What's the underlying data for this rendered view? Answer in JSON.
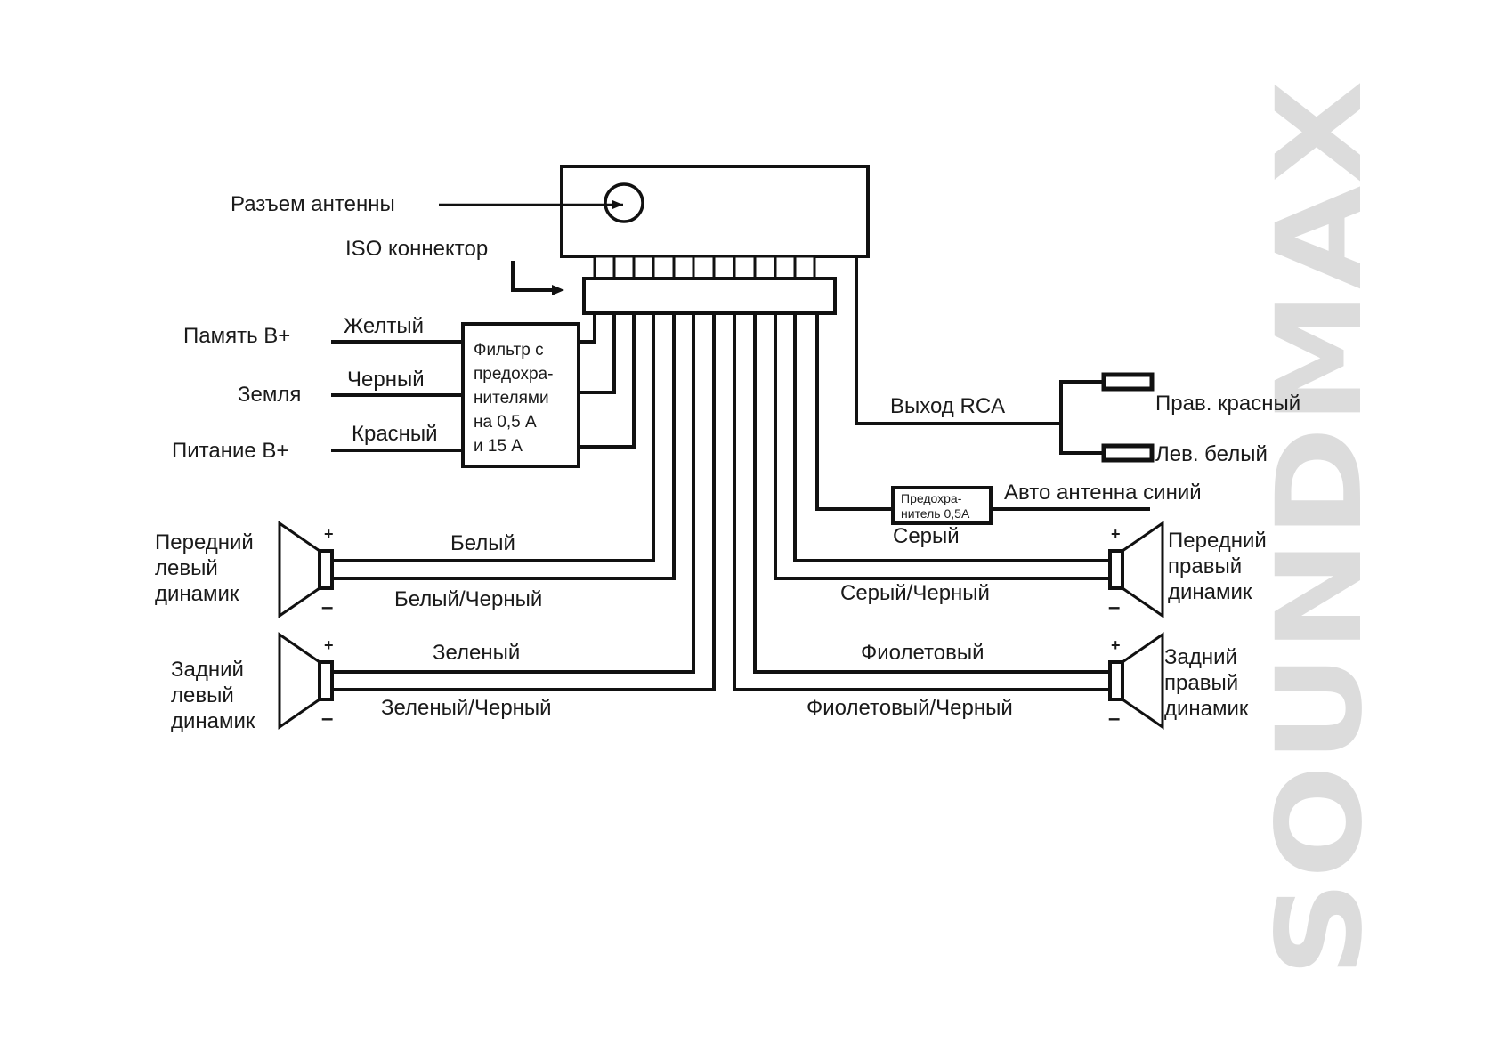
{
  "title": "Схема подключения",
  "watermark": "SOUNDMAX",
  "head_unit": {
    "antenna_connector_label": "Разъем антенны",
    "iso_connector_label": "ISO коннектор"
  },
  "power": {
    "memory_label": "Память  B+",
    "memory_wire": "Желтый",
    "ground_label": "Земля",
    "ground_wire": "Черный",
    "power_label": "Питание  B+",
    "power_wire": "Красный",
    "filter_lines": [
      "Фильтр с",
      "предохра-",
      "нителями",
      "на 0,5 А",
      "и 15 А"
    ]
  },
  "rca": {
    "label": "Выход RCA",
    "right": "Прав. красный",
    "left": "Лев. белый"
  },
  "antenna": {
    "fuse_lines": [
      "Предохра-",
      "нитель 0,5А"
    ],
    "label": "Авто антенна синий"
  },
  "speakers": {
    "front_left": {
      "name_lines": [
        "Передний",
        "левый",
        "динамик"
      ],
      "plus_wire": "Белый",
      "minus_wire": "Белый/Черный"
    },
    "rear_left": {
      "name_lines": [
        "Задний",
        "левый",
        "динамик"
      ],
      "plus_wire": "Зеленый",
      "minus_wire": "Зеленый/Черный"
    },
    "front_right": {
      "name_lines": [
        "Передний",
        "правый",
        "динамик"
      ],
      "plus_wire": "Серый",
      "minus_wire": "Серый/Черный"
    },
    "rear_right": {
      "name_lines": [
        "Задний",
        "правый",
        "динамик"
      ],
      "plus_wire": "Фиолетовый",
      "minus_wire": "Фиолетовый/Черный"
    },
    "plus_sign": "+",
    "minus_sign": "–"
  }
}
